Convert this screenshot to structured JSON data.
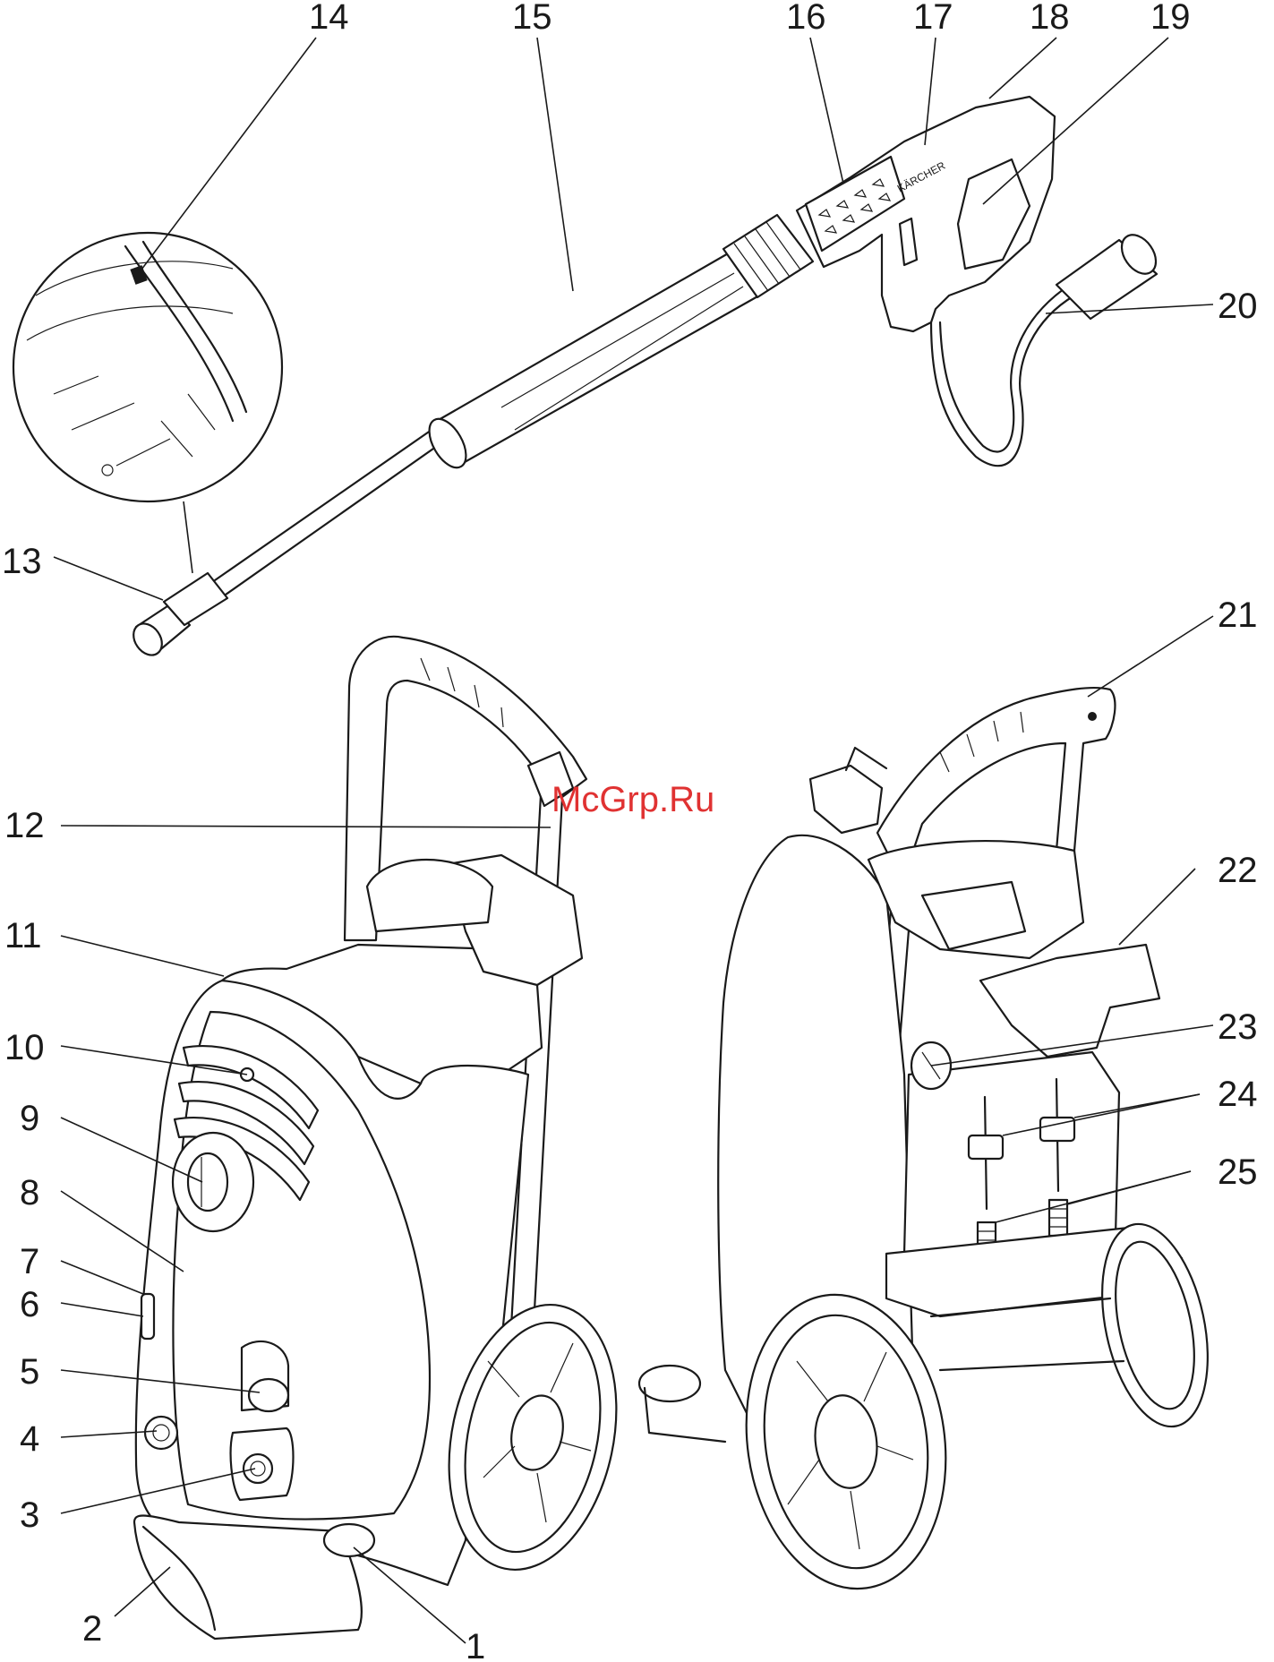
{
  "watermark": "McGrp.Ru",
  "gun_brand": "KÄRCHER",
  "callouts": [
    {
      "id": "1",
      "label": "1"
    },
    {
      "id": "2",
      "label": "2"
    },
    {
      "id": "3",
      "label": "3"
    },
    {
      "id": "4",
      "label": "4"
    },
    {
      "id": "5",
      "label": "5"
    },
    {
      "id": "6",
      "label": "6"
    },
    {
      "id": "7",
      "label": "7"
    },
    {
      "id": "8",
      "label": "8"
    },
    {
      "id": "9",
      "label": "9"
    },
    {
      "id": "10",
      "label": "10"
    },
    {
      "id": "11",
      "label": "11"
    },
    {
      "id": "12",
      "label": "12"
    },
    {
      "id": "13",
      "label": "13"
    },
    {
      "id": "14",
      "label": "14"
    },
    {
      "id": "15",
      "label": "15"
    },
    {
      "id": "16",
      "label": "16"
    },
    {
      "id": "17",
      "label": "17"
    },
    {
      "id": "18",
      "label": "18"
    },
    {
      "id": "19",
      "label": "19"
    },
    {
      "id": "20",
      "label": "20"
    },
    {
      "id": "21",
      "label": "21"
    },
    {
      "id": "22",
      "label": "22"
    },
    {
      "id": "23",
      "label": "23"
    },
    {
      "id": "24",
      "label": "24"
    },
    {
      "id": "25",
      "label": "25"
    }
  ],
  "colors": {
    "line": "#1a1a1a",
    "watermark": "#e03232",
    "background": "#ffffff"
  }
}
